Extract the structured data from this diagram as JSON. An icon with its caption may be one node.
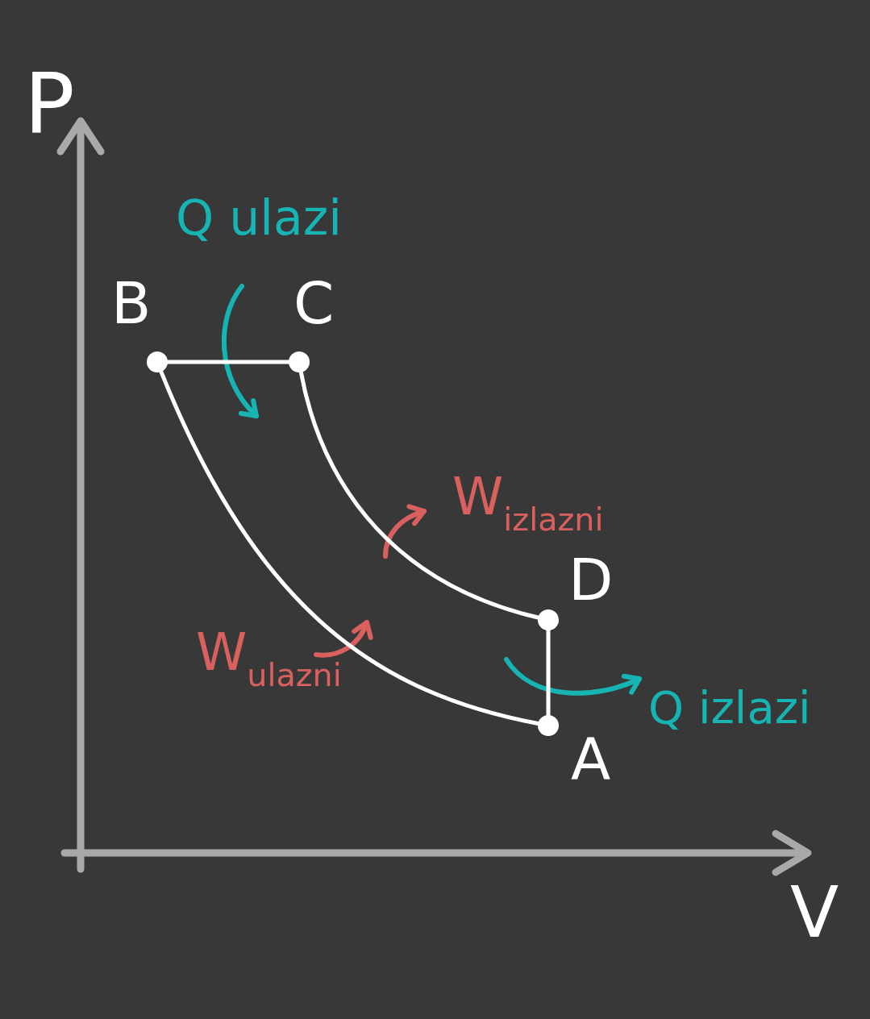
{
  "diagram": {
    "nodes": [
      {
        "text": [],
        "shape": "circle",
        "beside": [
          "B"
        ]
      },
      {
        "text": [],
        "shape": "circle",
        "beside": [
          "C"
        ]
      },
      {
        "text": [],
        "shape": "circle",
        "beside": [
          "D"
        ]
      },
      {
        "text": [],
        "shape": "circle",
        "beside": [
          "A"
        ]
      }
    ],
    "edges": [
      {
        "from": 0,
        "to": 1,
        "arrow": "none"
      },
      {
        "from": 1,
        "to": 2,
        "arrow": "none"
      },
      {
        "from": 2,
        "to": 3,
        "arrow": "none"
      },
      {
        "from": 3,
        "to": 0,
        "arrow": "none"
      }
    ],
    "labels": [
      "P",
      "Q ulazi",
      "W$_{izlazni}$",
      "W$_{ulazni}$",
      "Q izlazi",
      "V"
    ]
  }
}
